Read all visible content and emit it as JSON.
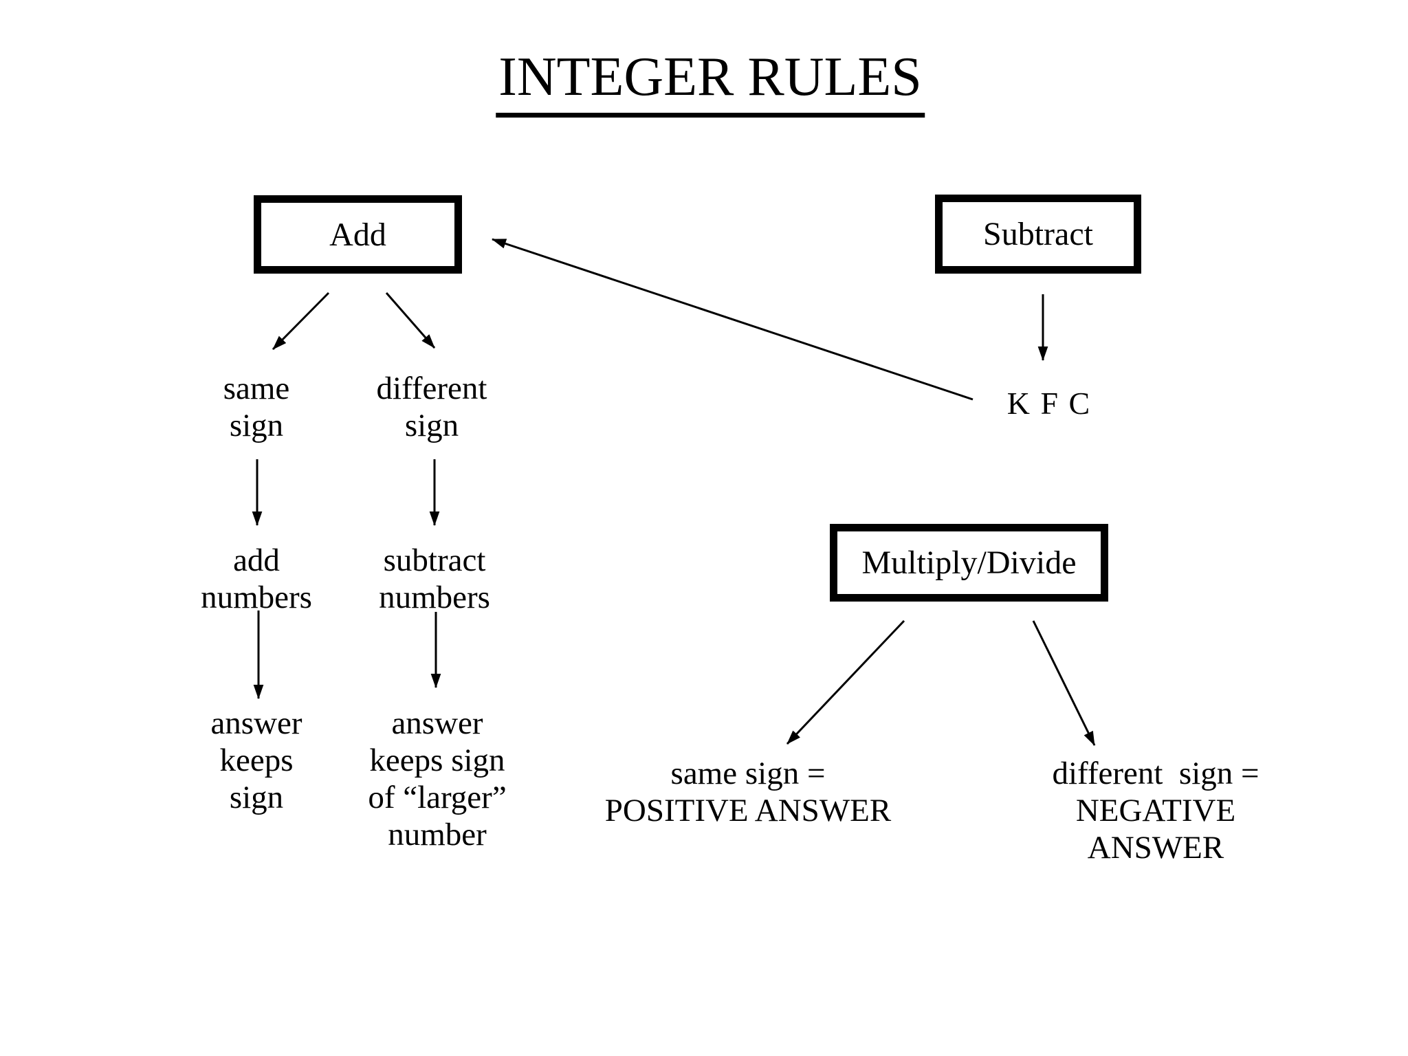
{
  "title": "INTEGER RULES",
  "colors": {
    "ink": "#000000",
    "background": "#ffffff"
  },
  "boxes": {
    "add": "Add",
    "subtract": "Subtract",
    "multiply_divide": "Multiply/Divide"
  },
  "labels": {
    "same_sign": [
      "same",
      "sign"
    ],
    "different_sign": [
      "different",
      "sign"
    ],
    "add_numbers": [
      "add",
      "numbers"
    ],
    "subtract_numbers": [
      "subtract",
      "numbers"
    ],
    "answer_keeps_sign": [
      "answer",
      "keeps",
      "sign"
    ],
    "answer_keeps_sign_larger": [
      "answer",
      "keeps sign",
      "of “larger”",
      "number"
    ],
    "kfc": "K F C",
    "same_sign_positive": [
      "same sign =",
      "POSITIVE ANSWER"
    ],
    "different_sign_negative": [
      "different  sign =",
      "NEGATIVE ANSWER"
    ]
  },
  "edges": [
    {
      "from": "add",
      "to": "same-sign"
    },
    {
      "from": "add",
      "to": "different-sign"
    },
    {
      "from": "same-sign",
      "to": "add-numbers"
    },
    {
      "from": "different-sign",
      "to": "subtract-numbers"
    },
    {
      "from": "add-numbers",
      "to": "answer-keeps-sign"
    },
    {
      "from": "subtract-numbers",
      "to": "answer-keeps-sign-larger"
    },
    {
      "from": "subtract",
      "to": "kfc"
    },
    {
      "from": "kfc",
      "to": "add"
    },
    {
      "from": "multiply-divide",
      "to": "same-sign-positive"
    },
    {
      "from": "multiply-divide",
      "to": "different-sign-negative"
    }
  ]
}
